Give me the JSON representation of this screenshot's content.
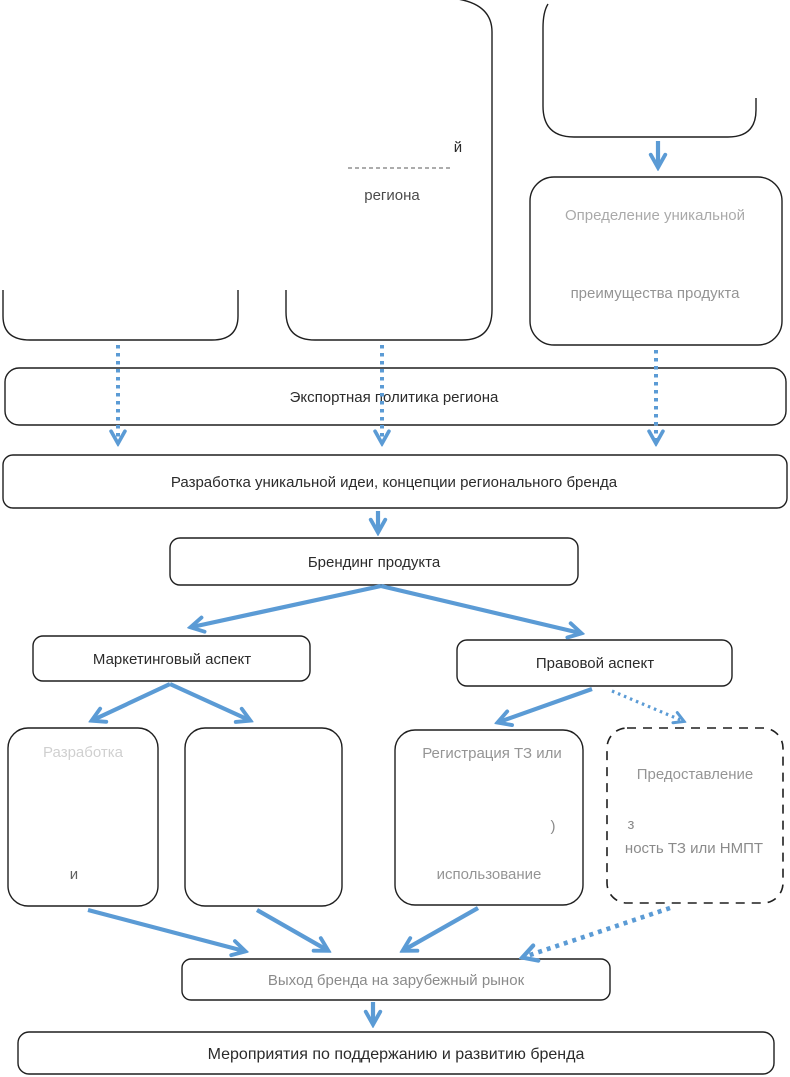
{
  "diagram": {
    "title_semantic": "Regional brand development flowchart (scanned, partially faded)",
    "arrow_color": "#5B9BD5",
    "line_color": "#1f1f1f",
    "boxes": {
      "top_middle_partial": {
        "fragment_line1": "й",
        "fragment_line2": "региона"
      },
      "top_right_partial": {
        "label": ""
      },
      "unique_advantage": {
        "line1": "Определение уникальной",
        "line2": "преимущества продукта"
      },
      "export_policy": {
        "label": "Экспортная политика региона"
      },
      "concept": {
        "label": "Разработка уникальной идеи, концепции регионального бренда"
      },
      "branding": {
        "label": "Брендинг продукта"
      },
      "marketing": {
        "label": "Маркетинговый аспект"
      },
      "legal": {
        "label": "Правовой аспект"
      },
      "marketing_child1": {
        "fragment_line1": "Разработка",
        "fragment_line2": "и"
      },
      "marketing_child2": {
        "label": ""
      },
      "registration": {
        "line1": "Регистрация ТЗ или",
        "line2": ")",
        "line3": "использование"
      },
      "granting": {
        "line1": "Предоставление",
        "line2": "з",
        "line3": "ность ТЗ или НМПТ"
      },
      "market_entry": {
        "label": "Выход бренда на зарубежный рынок"
      },
      "support": {
        "label": "Мероприятия по поддержанию и развитию бренда"
      }
    }
  }
}
